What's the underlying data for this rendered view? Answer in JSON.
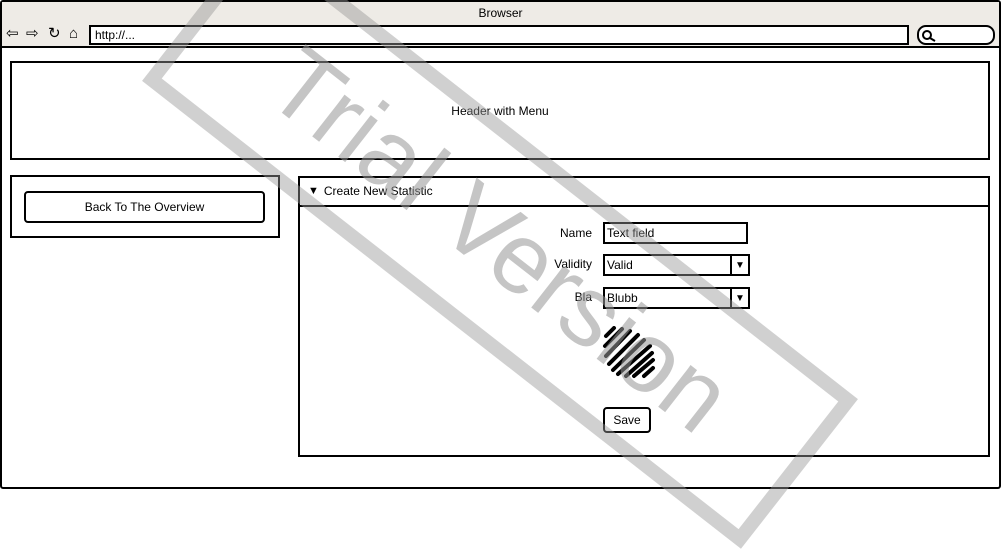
{
  "browser": {
    "title": "Browser",
    "url": "http://...",
    "nav_icons": [
      "back-arrow-icon",
      "forward-arrow-icon",
      "reload-icon",
      "home-icon"
    ]
  },
  "header": {
    "label": "Header with Menu"
  },
  "sidebar": {
    "back_button": "Back To The Overview"
  },
  "panel": {
    "title": "Create New Statistic",
    "fields": {
      "name": {
        "label": "Name",
        "value": "Text field"
      },
      "validity": {
        "label": "Validity",
        "value": "Valid"
      },
      "bla": {
        "label": "Bla",
        "value": "Blubb"
      }
    },
    "save_label": "Save"
  },
  "watermark": "Trial Version"
}
